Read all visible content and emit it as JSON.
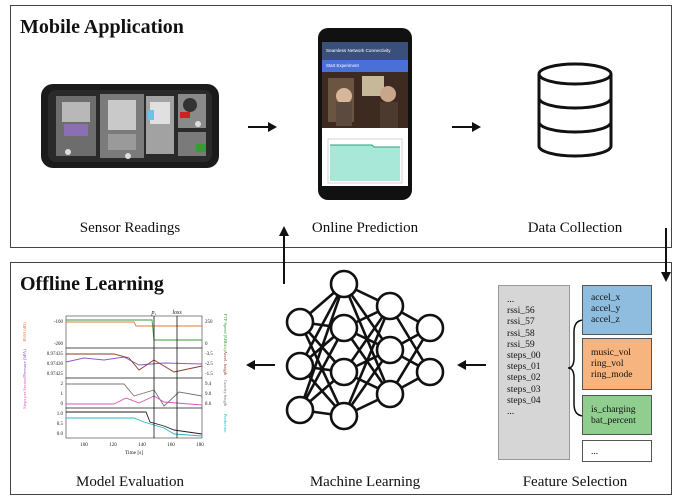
{
  "panels": {
    "top": {
      "title": "Mobile Application"
    },
    "bottom": {
      "title": "Offline Learning"
    }
  },
  "captions": {
    "sensor": "Sensor Readings",
    "online": "Online Prediction",
    "data": "Data Collection",
    "model": "Model Evaluation",
    "ml": "Machine Learning",
    "feature": "Feature Selection"
  },
  "phone": {
    "app_title": "Seamless Network Connectivity",
    "start_label": "Start Experiment"
  },
  "features": {
    "gray_list": [
      "...",
      "rssi_56",
      "rssi_57",
      "rssi_58",
      "rssi_59",
      "steps_00",
      "steps_01",
      "steps_02",
      "steps_03",
      "steps_04",
      "..."
    ],
    "blue_group": [
      "accel_x",
      "accel_y",
      "accel_z"
    ],
    "orange_group": [
      "music_vol",
      "ring_vol",
      "ring_mode"
    ],
    "green_group": [
      "is_charging",
      "bat_percent"
    ],
    "white_group": [
      "..."
    ]
  },
  "chart_data": {
    "type": "line",
    "xlabel": "Time [s]",
    "xticks": [
      "100",
      "120",
      "140",
      "160",
      "180"
    ],
    "markers": [
      "p₁",
      "loss"
    ],
    "left_axes": [
      {
        "label": "RSSI (dB)",
        "ticks": [
          "-100",
          "-200"
        ],
        "color": "#e07b39"
      },
      {
        "label": "Pressure (hPA)",
        "ticks": [
          "0.97435",
          "0.97430",
          "0.97425"
        ],
        "color": "#8b5cc7"
      },
      {
        "label": "Steps per Second",
        "ticks": [
          "2",
          "1",
          "0"
        ],
        "color": "#d35ab8"
      },
      {
        "label": "",
        "ticks": [
          "1.0",
          "0.5",
          "0.0"
        ],
        "color": "#222222"
      }
    ],
    "right_axes": [
      {
        "label": "FTP Speed (MBit/s)",
        "ticks": [
          "250",
          "0"
        ],
        "color": "#3a9a3a"
      },
      {
        "label": "Accel. length",
        "ticks": [
          "-3.5",
          "-2.5",
          "-1.5"
        ],
        "color": "#8a3a2a"
      },
      {
        "label": "Gravity length",
        "ticks": [
          "9.4",
          "9.0",
          "8.6"
        ],
        "color": "#777777"
      },
      {
        "label": "Prediction",
        "ticks": [
          "",
          ""
        ],
        "color": "#2ab8c0"
      }
    ]
  }
}
